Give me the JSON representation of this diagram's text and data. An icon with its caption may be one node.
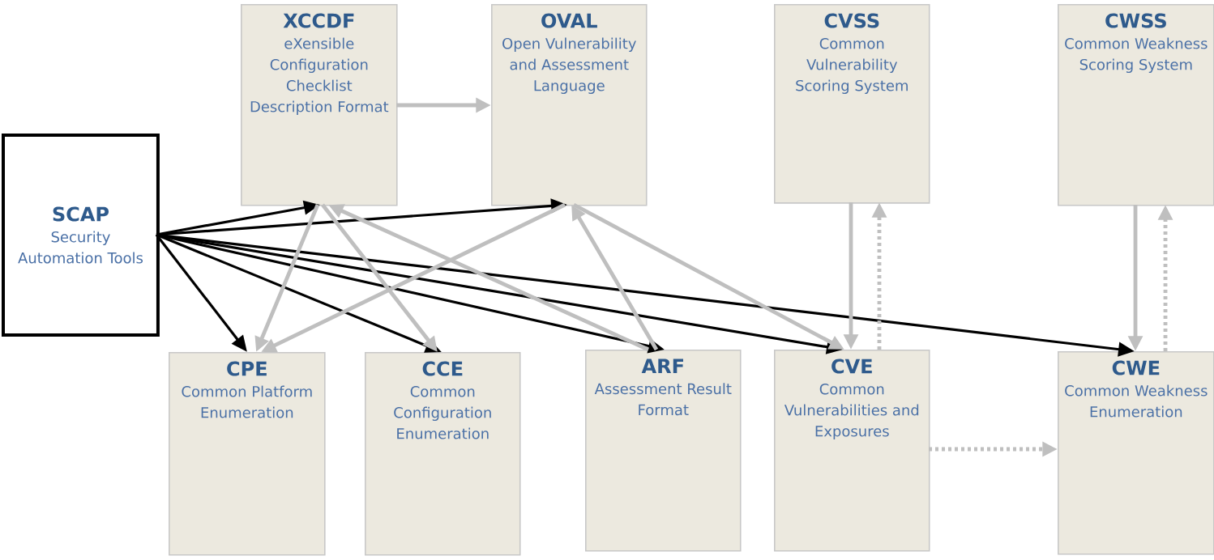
{
  "diagram": {
    "nodes": [
      {
        "text": [
          "SCAP",
          "Security Automation Tools"
        ]
      },
      {
        "text": [
          "XCCDF",
          "eXensible Configuration Checklist Description Format"
        ]
      },
      {
        "text": [
          "OVAL",
          "Open Vulnerability and Assessment Language"
        ]
      },
      {
        "text": [
          "CVSS",
          "Common Vulnerability Scoring System"
        ]
      },
      {
        "text": [
          "CWSS",
          "Common Weakness Scoring System"
        ]
      },
      {
        "text": [
          "CPE",
          "Common Platform Enumeration"
        ]
      },
      {
        "text": [
          "CCE",
          "Common Configuration Enumeration"
        ]
      },
      {
        "text": [
          "ARF",
          "Assessment Result Format"
        ]
      },
      {
        "text": [
          "CVE",
          "Common Vulnerabilities and Exposures"
        ]
      },
      {
        "text": [
          "CWE",
          "Common Weakness Enumeration"
        ]
      }
    ],
    "edges": [
      {
        "from": 0,
        "to": 1,
        "arrow": "to",
        "color": "#000000"
      },
      {
        "from": 0,
        "to": 2,
        "arrow": "to",
        "color": "#000000"
      },
      {
        "from": 0,
        "to": 5,
        "arrow": "to",
        "color": "#000000"
      },
      {
        "from": 0,
        "to": 6,
        "arrow": "to",
        "color": "#000000"
      },
      {
        "from": 0,
        "to": 7,
        "arrow": "to",
        "color": "#000000"
      },
      {
        "from": 0,
        "to": 8,
        "arrow": "to",
        "color": "#000000"
      },
      {
        "from": 0,
        "to": 9,
        "arrow": "to",
        "color": "#000000"
      },
      {
        "from": 1,
        "to": 2,
        "arrow": "to"
      },
      {
        "from": 1,
        "to": 5,
        "arrow": "to"
      },
      {
        "from": 1,
        "to": 6,
        "arrow": "to"
      },
      {
        "from": 7,
        "to": 1,
        "arrow": "to"
      },
      {
        "from": 2,
        "to": 5,
        "arrow": "to"
      },
      {
        "from": 7,
        "to": 2,
        "arrow": "to"
      },
      {
        "from": 2,
        "to": 8,
        "arrow": "to"
      },
      {
        "from": 3,
        "to": 8,
        "arrow": "to"
      },
      {
        "from": 8,
        "to": 3,
        "arrow": "to",
        "style": "dashed"
      },
      {
        "from": 4,
        "to": 9,
        "arrow": "to"
      },
      {
        "from": 9,
        "to": 4,
        "arrow": "to",
        "style": "dashed"
      },
      {
        "from": 8,
        "to": 9,
        "arrow": "to",
        "style": "dashed"
      }
    ]
  }
}
